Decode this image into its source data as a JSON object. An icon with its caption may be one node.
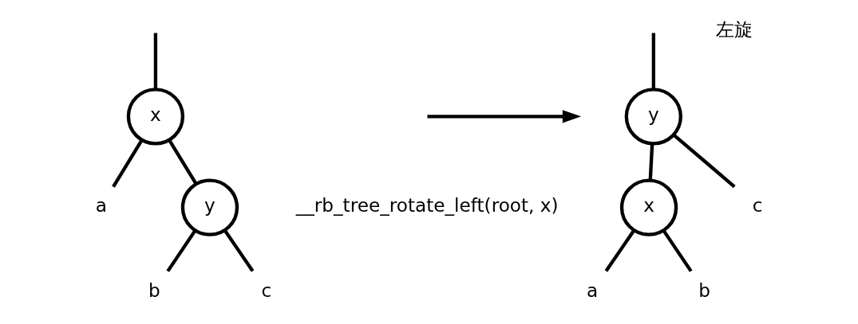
{
  "diagram": {
    "nodes": [
      {
        "text": [
          "x"
        ]
      },
      {
        "text": [
          "a"
        ]
      },
      {
        "text": [
          "y"
        ]
      },
      {
        "text": [
          "b"
        ]
      },
      {
        "text": [
          "c"
        ]
      },
      {
        "text": [
          "y"
        ]
      },
      {
        "text": [
          "x"
        ]
      },
      {
        "text": [
          "c"
        ]
      },
      {
        "text": [
          "a"
        ]
      },
      {
        "text": [
          "b"
        ]
      }
    ],
    "edges": [
      {
        "from": null,
        "to": 0,
        "arrow": "none"
      },
      {
        "from": 0,
        "to": 1,
        "arrow": "none"
      },
      {
        "from": 0,
        "to": 2,
        "arrow": "none"
      },
      {
        "from": 2,
        "to": 3,
        "arrow": "none"
      },
      {
        "from": 2,
        "to": 4,
        "arrow": "none"
      },
      {
        "from": null,
        "to": 5,
        "arrow": "none"
      },
      {
        "from": 5,
        "to": 6,
        "arrow": "none"
      },
      {
        "from": 5,
        "to": 7,
        "arrow": "none"
      },
      {
        "from": 6,
        "to": 8,
        "arrow": "none"
      },
      {
        "from": 6,
        "to": 9,
        "arrow": "none"
      }
    ],
    "labels": [
      "左旋",
      "__rb_tree_rotate_left(root, x)"
    ]
  }
}
